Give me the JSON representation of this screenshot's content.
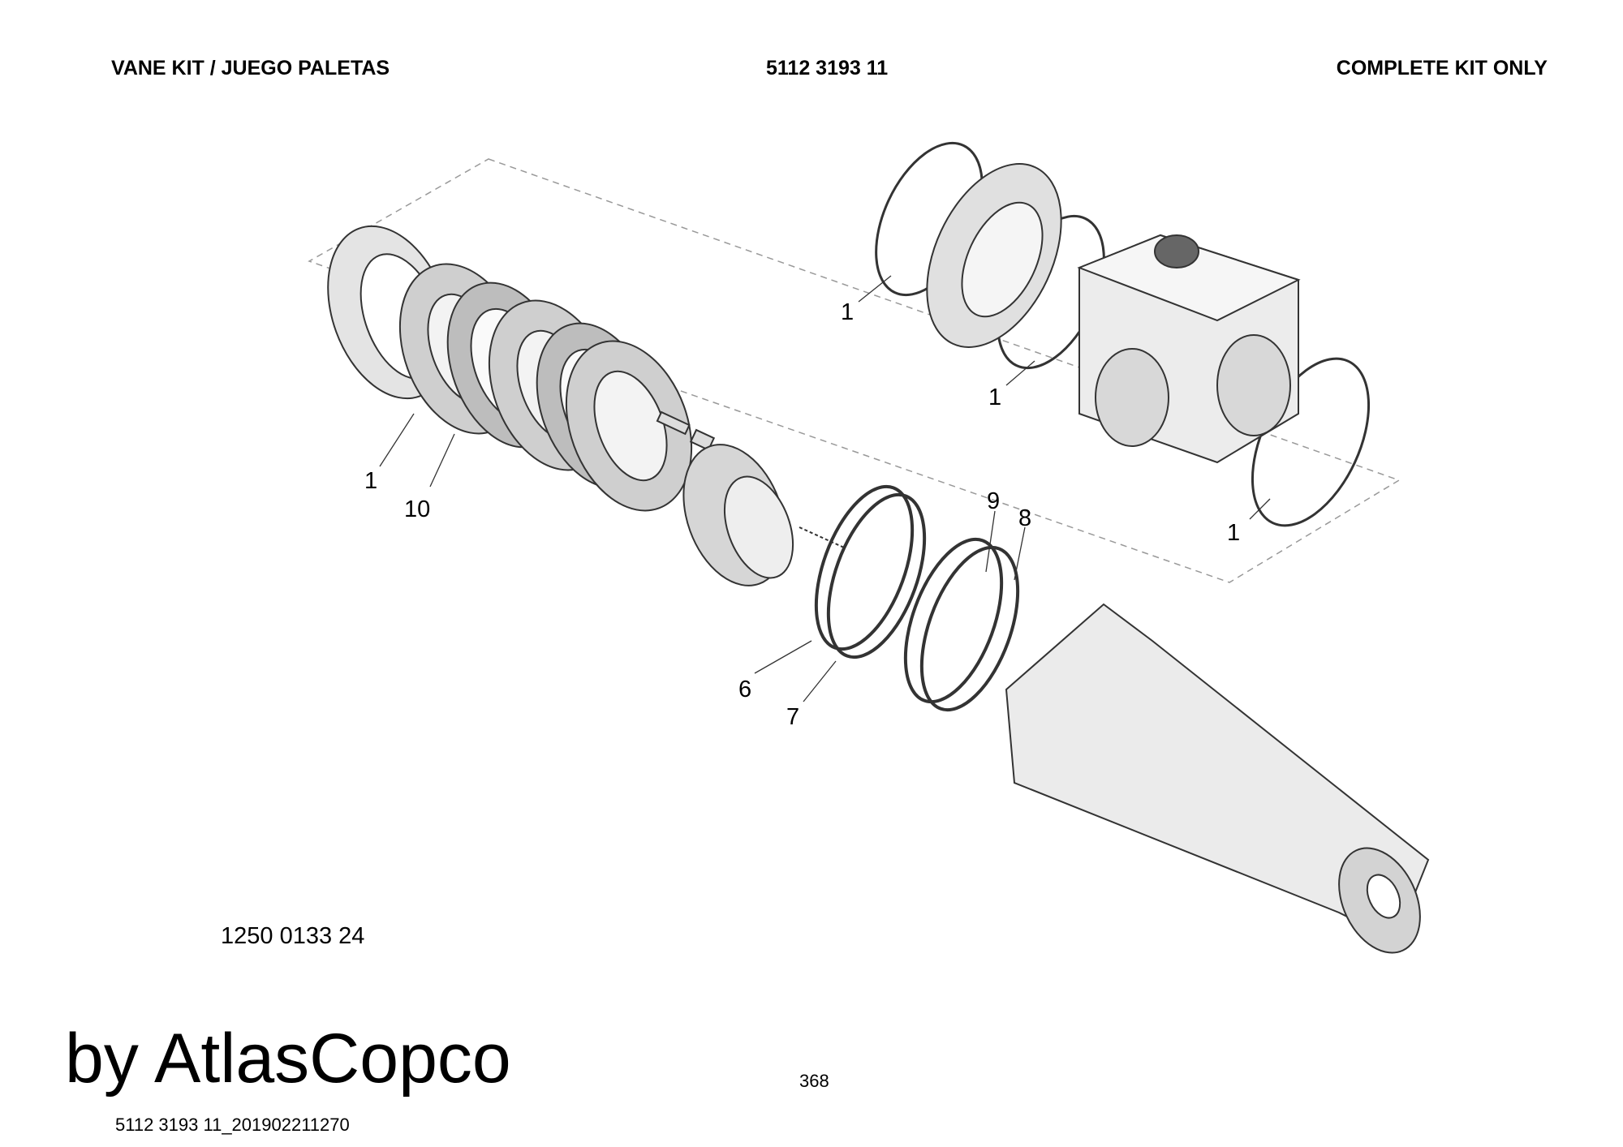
{
  "header": {
    "title": "VANE KIT / JUEGO PALETAS",
    "part_number": "5112 3193 11",
    "note": "COMPLETE KIT ONLY"
  },
  "drawing": {
    "callouts": [
      "1",
      "1",
      "1",
      "10",
      "1",
      "9",
      "8",
      "6",
      "7"
    ],
    "reference_number": "1250 0133 24"
  },
  "footer": {
    "file_id": "5112 3193 11_201902211270",
    "page_number": "368",
    "watermark": "by AtlasCopco"
  }
}
